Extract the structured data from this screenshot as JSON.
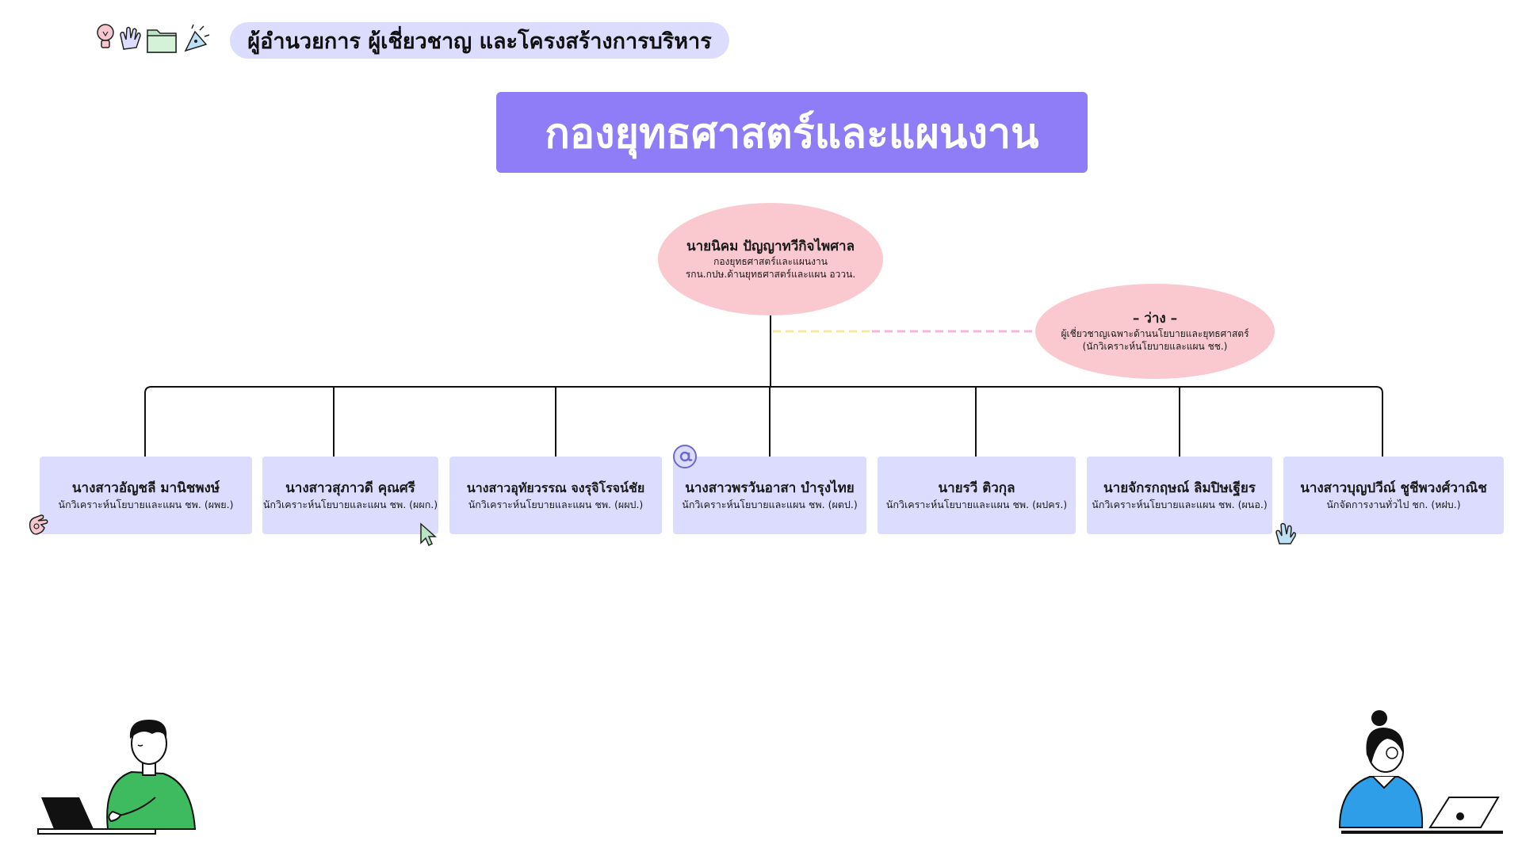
{
  "header": {
    "pill_text": "ผู้อำนวยการ ผู้เชี่ยวชาญ และโครงสร้างการบริหาร",
    "icons": [
      "lightbulb-icon",
      "hand-icon",
      "folder-icon",
      "party-popper-icon"
    ]
  },
  "title": "กองยุทธศาสตร์และแผนงาน",
  "director": {
    "name": "นายนิคม ปัญญาทวีกิจไพศาล",
    "line1": "กองยุทธศาสตร์และแผนงาน",
    "line2": "รกน.กปษ.ด้านยุทธศาสตร์และแผน อววน."
  },
  "vacant": {
    "name": "– ว่าง –",
    "line1": "ผู้เชี่ยวชาญเฉพาะด้านนโยบายและยุทธศาสตร์",
    "line2": "(นักวิเคราะห์นโยบายและแผน ชช.)"
  },
  "staff": [
    {
      "name": "นางสาวอัญชลี มานิชพงษ์",
      "role": "นักวิเคราะห์นโยบายและแผน ชพ. (ผพย.)"
    },
    {
      "name": "นางสาวสุภาวดี   คุณศรี",
      "role": "นักวิเคราะห์นโยบายและแผน ชพ. (ผผก.)"
    },
    {
      "name": "นางสาวอุทัยวรรณ   จงรุจิโรจน์ชัย",
      "role": "นักวิเคราะห์นโยบายและแผน ชพ. (ผผป.)"
    },
    {
      "name": "นางสาวพรวันอาสา   บำรุงไทย",
      "role": "นักวิเคราะห์นโยบายและแผน ชพ. (ผตป.)"
    },
    {
      "name": "นายรวี   ติวกุล",
      "role": "นักวิเคราะห์นโยบายและแผน ชพ. (ผปคร.)"
    },
    {
      "name": "นายจักรกฤษณ์   ลิมปิษเฐียร",
      "role": "นักวิเคราะห์นโยบายและแผน ชพ. (ผนอ.)"
    },
    {
      "name": "นางสาวบุญปวีณ์   ชูชีพวงศ์วาณิช",
      "role": "นักจัดการงานทั่วไป ชก. (หฝบ.)"
    }
  ],
  "colors": {
    "title_bg": "#8f7cf7",
    "pill_bg": "#dcdcff",
    "card_bg": "#dcdcff",
    "ellipse_bg": "#f9c9cf",
    "line": "#111111"
  }
}
